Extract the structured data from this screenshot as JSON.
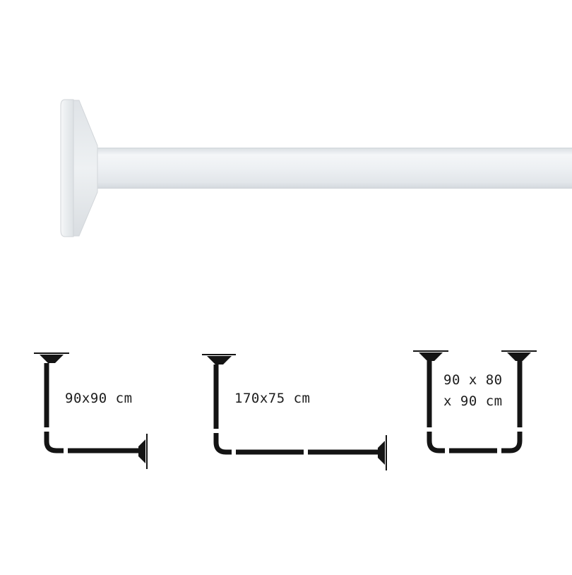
{
  "product_photo": {
    "icon": "shower-rod-with-wall-flange",
    "colors": {
      "rod": "#eaeef1",
      "flange": "#e6e9ec",
      "outline": "#d4d8dc"
    }
  },
  "configurations": [
    {
      "id": "l-shape-small",
      "icon": "l-shaped-rod-icon",
      "label": "90x90 cm"
    },
    {
      "id": "l-shape-large",
      "icon": "l-shaped-rod-icon",
      "label": "170x75 cm"
    },
    {
      "id": "u-shape",
      "icon": "u-shaped-rod-icon",
      "label_line1": "90 x 80",
      "label_line2": "x 90 cm"
    }
  ],
  "diagram_color": "#141414"
}
